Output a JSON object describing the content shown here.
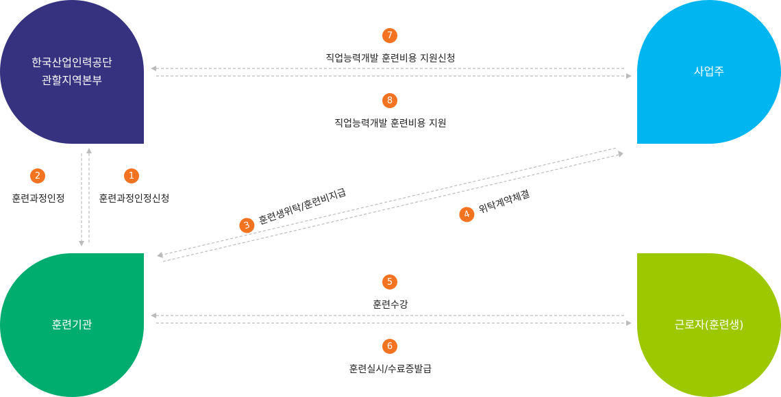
{
  "nodes": {
    "hrd_line1": "한국산업인력공단",
    "hrd_line2": "관할지역본부",
    "employer": "사업주",
    "institution": "훈련기관",
    "worker": "근로자(훈련생)"
  },
  "steps": [
    {
      "num": "1",
      "label": "훈련과정인정신청"
    },
    {
      "num": "2",
      "label": "훈련과정인정"
    },
    {
      "num": "3",
      "label": "훈련생위탁/훈련비지급"
    },
    {
      "num": "4",
      "label": "위탁계약체결"
    },
    {
      "num": "5",
      "label": "훈련수강"
    },
    {
      "num": "6",
      "label": "훈련실시/수료증발급"
    },
    {
      "num": "7",
      "label": "직업능력개발 훈련비용 지원신청"
    },
    {
      "num": "8",
      "label": "직업능력개발 훈련비용 지원"
    }
  ],
  "colors": {
    "accent": "#f37321",
    "hrd": "#36327f",
    "employer": "#00b5f0",
    "institution": "#00ad6f",
    "worker": "#9dc800",
    "arrow": "#bbbbbb"
  }
}
